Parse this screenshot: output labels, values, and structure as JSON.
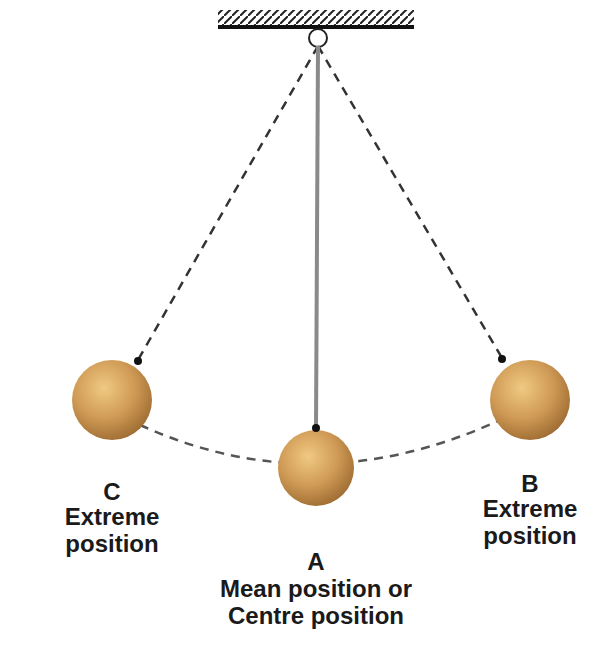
{
  "diagram": {
    "labels": [
      "C",
      "Extreme position",
      "A",
      "Mean position or Centre position",
      "B",
      "Extreme position"
    ]
  }
}
